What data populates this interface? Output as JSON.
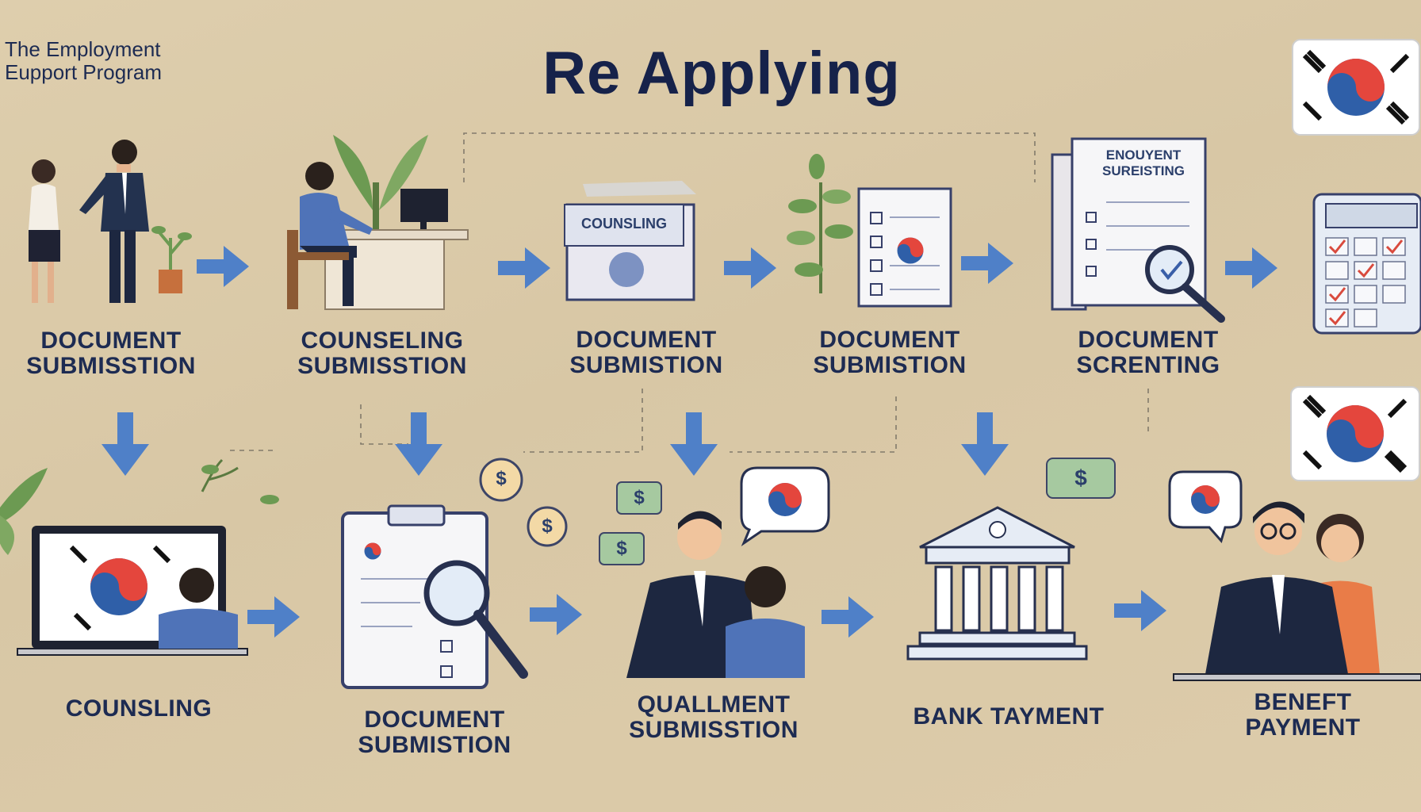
{
  "program": {
    "line1": "The Employment",
    "line2": "Eupport Program"
  },
  "title": "Re  Applying",
  "top_steps": [
    {
      "line1": "DOCUMENT",
      "line2": "SUBMISSTION"
    },
    {
      "line1": "COUNSELING",
      "line2": "SUBMISSTION"
    },
    {
      "line1": "DOCUMENT",
      "line2": "SUBMISTION"
    },
    {
      "line1": "DOCUMENT",
      "line2": "SUBMISTION"
    },
    {
      "line1": "DOCUMENT",
      "line2": "SCRENTING"
    }
  ],
  "bottom_steps": [
    {
      "line1": "COUNSLING",
      "line2": ""
    },
    {
      "line1": "DOCUMENT",
      "line2": "SUBMISTION"
    },
    {
      "line1": "QUALLMENT",
      "line2": "SUBMISSTION"
    },
    {
      "line1": "BANK TAYMENT",
      "line2": ""
    },
    {
      "line1": "BENEFT",
      "line2": "PAYMENT"
    }
  ],
  "cards": {
    "counseling_folder": "COUNSLING",
    "screening_doc_line1": "ENOUYENT",
    "screening_doc_line2": "SUREISTING"
  },
  "coin_symbol": "$",
  "colors": {
    "background": "#d9c9a9",
    "text": "#1d2b52",
    "arrow": "#4f80c8",
    "korea_red": "#e4463d",
    "korea_blue": "#2f5fa8",
    "green_leaf": "#6c9a52"
  },
  "icons": [
    "korea-flag-icon",
    "magnifier-icon",
    "bank-icon",
    "coin-icon",
    "calculator-icon",
    "speech-bubble-icon",
    "plant-icon",
    "laptop-icon"
  ]
}
